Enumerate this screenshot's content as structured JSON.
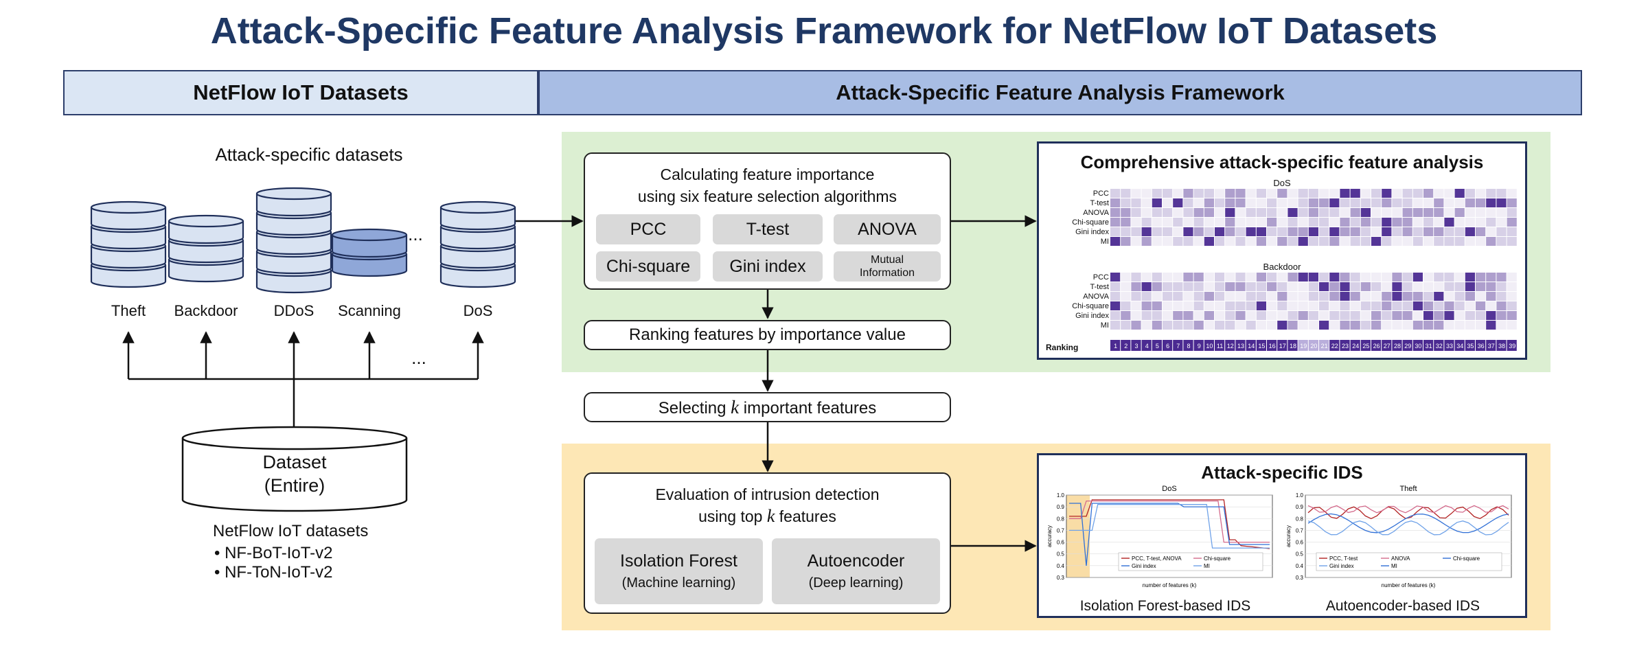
{
  "title": "Attack-Specific Feature Analysis Framework for NetFlow IoT Datasets",
  "headers": {
    "left": "NetFlow IoT Datasets",
    "right": "Attack-Specific Feature Analysis Framework"
  },
  "datasets": {
    "heading": "Attack-specific datasets",
    "items": [
      "Theft",
      "Backdoor",
      "DDoS",
      "Scanning",
      "DoS"
    ],
    "ellipsis": "...",
    "entire_line1": "Dataset",
    "entire_line2": "(Entire)",
    "source_heading": "NetFlow IoT datasets",
    "sources": [
      "NF-BoT-IoT-v2",
      "NF-ToN-IoT-v2"
    ]
  },
  "steps": {
    "importance_line1": "Calculating feature importance",
    "importance_line2": "using six feature selection algorithms",
    "algorithms": [
      "PCC",
      "T-test",
      "ANOVA",
      "Chi-square",
      "Gini index"
    ],
    "mutual_line1": "Mutual",
    "mutual_line2": "Information",
    "ranking": "Ranking features by importance value",
    "selecting_pre": "Selecting ",
    "selecting_k": "k",
    "selecting_post": " important features",
    "eval_line1": "Evaluation of intrusion detection",
    "eval_line2_pre": "using top ",
    "eval_line2_k": "k",
    "eval_line2_post": " features",
    "models": [
      {
        "name": "Isolation Forest",
        "kind": "(Machine learning)"
      },
      {
        "name": "Autoencoder",
        "kind": "(Deep learning)"
      }
    ]
  },
  "analysis": {
    "title": "Comprehensive attack-specific feature analysis",
    "blocks": [
      "DoS",
      "Backdoor"
    ],
    "row_labels": [
      "PCC",
      "T-test",
      "ANOVA",
      "Chi-square",
      "Gini index",
      "MI"
    ],
    "ranking_label": "Ranking",
    "ranking_values": [
      "1",
      "2",
      "3",
      "4",
      "5",
      "6",
      "7",
      "8",
      "9",
      "10",
      "11",
      "12",
      "13",
      "14",
      "15",
      "16",
      "17",
      "18",
      "19",
      "20",
      "21",
      "22",
      "23",
      "24",
      "25",
      "26",
      "27",
      "28",
      "29",
      "30",
      "31",
      "32",
      "33",
      "34",
      "35",
      "36",
      "37",
      "38",
      "39"
    ],
    "accent": "#4b2a91"
  },
  "ids": {
    "title": "Attack-specific IDS",
    "charts": [
      {
        "subtitle": "DoS",
        "caption": "Isolation Forest-based IDS",
        "xlabel": "number of features (k)",
        "ylabel": "accuracy",
        "legend": [
          "PCC, T-test, ANOVA",
          "Chi-square",
          "Gini index",
          "MI"
        ]
      },
      {
        "subtitle": "Theft",
        "caption": "Autoencoder-based IDS",
        "xlabel": "number of features (k)",
        "ylabel": "accuracy",
        "legend": [
          "PCC, T-test",
          "ANOVA",
          "Chi-square",
          "Gini index",
          "MI"
        ]
      }
    ],
    "yticks": [
      "1.0",
      "0.9",
      "0.8",
      "0.7",
      "0.6",
      "0.5",
      "0.4",
      "0.3"
    ],
    "colors": {
      "red": "#b22222",
      "pink": "#d46b8c",
      "blue": "#2f6fd6",
      "lightblue": "#6fa2e8",
      "highlight": "#f5c66a"
    }
  }
}
